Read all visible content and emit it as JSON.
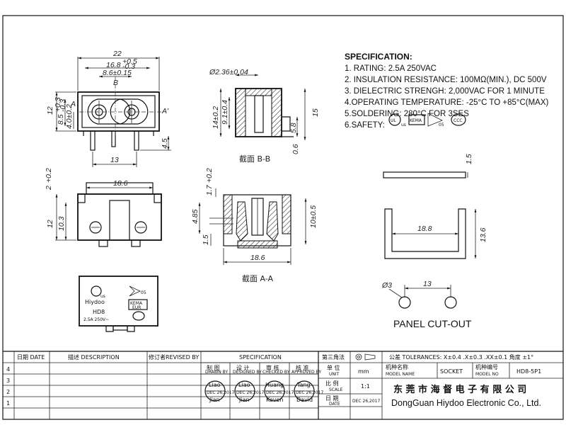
{
  "specification": {
    "title": "SPECIFICATION:",
    "lines": [
      "1. RATING: 2.5A 250VAC",
      "2. INSULATION RESISTANCE: 100MΩ(MIN.), DC 500V",
      "3. DIELECTRIC STRENGH: 2,000VAC FOR 1 MINUTE",
      "4.OPERATING TEMPERATURE: -25°C TO +85°C(MAX)",
      "5.SOLDERING: 280°C FOR 3SES",
      "6.SAFETY:"
    ]
  },
  "views": {
    "section_bb": "截面  B-B",
    "section_aa": "截面  A-A",
    "panel_cutout": "PANEL CUT-OUT"
  },
  "dimensions": {
    "front_width": "22",
    "front_inner": "16.8",
    "front_inner_tol_up": "+0.5",
    "front_inner_tol_dn": "-0.3",
    "front_pitch": "8.6±0.15",
    "front_height": "12",
    "front_h1": "8.5",
    "front_h1_tol_up": "+0.3",
    "front_h1_tol_dn": "-0.3",
    "front_h2": "4.0±0.2",
    "front_pin": "4.5",
    "front_pin_pitch": "13",
    "bb_dia": "Ø2.36±0.04",
    "bb_h1": "14±0.2",
    "bb_h2": "9.1±0.4",
    "bb_h3": "15",
    "bb_h4": "5.8",
    "bb_h5": "0.6",
    "bottom_width": "18.6",
    "bottom_top": "2",
    "bottom_top_tol": "+0.2",
    "bottom_h": "12",
    "bottom_h2": "10.3",
    "aa_top": "1.7",
    "aa_top_tol": "+0.2",
    "aa_h1": "4.85",
    "aa_h2": "1.5",
    "aa_h3": "10±0.5",
    "aa_width": "18.6",
    "plate_t": "1.5",
    "panel_w": "18.8",
    "panel_h": "13.6",
    "cut_dia": "Ø3",
    "cut_pitch": "13"
  },
  "label": {
    "brand": "Hiydoo",
    "model": "HD8",
    "rating": "2.5A 250V~",
    "us": "us",
    "enec": "05",
    "kema1": "KEMA",
    "kema2": "EUR",
    "marker_a": "A",
    "marker_b": "B"
  },
  "markers": {
    "a_left": "A",
    "a_right": "A'"
  },
  "safety_marks": {
    "ul": "UL",
    "us": "us",
    "kema": "KEMA",
    "enec": "05",
    "ccc": "CCC"
  },
  "title_block": {
    "rev_header": [
      "日期 DATE",
      "描述 DESCRIPTION",
      "修订者REVISED BY",
      "SPECIFICATION"
    ],
    "rev_rows": [
      "4",
      "3",
      "2",
      "1"
    ],
    "projection": "第三角法",
    "tolerance": "公差 TOLERANCES: X±0.4  .X±0.3 .XX±0.1 角度 ±1°",
    "unit_cn": "单 位",
    "unit_en": "UNIT",
    "unit_value": "mm",
    "model_name_cn": "机种名称",
    "model_name_en": "MODEL NAME",
    "model_name": "SOCKET",
    "model_no_cn": "机种编号",
    "model_no_en": "MODEL NO",
    "model_no": "HD8-5P1",
    "roles": [
      {
        "cn": "制 图",
        "en": "DRAWN BY",
        "name": "Liao",
        "date": "DEC 26,2017",
        "sign": "Jian"
      },
      {
        "cn": "设 计",
        "en": "DESIGNED BY",
        "name": "Liao",
        "date": "DEC 26,2017",
        "sign": "Jian"
      },
      {
        "cn": "审 核",
        "en": "CHECKED BY",
        "name": "Huang",
        "date": "DEC 26,2017",
        "sign": "Keven"
      },
      {
        "cn": "核 准",
        "en": "APPROVED BY",
        "name": "Tang",
        "date": "DEC 26,2017",
        "sign": "David"
      }
    ],
    "scale_cn": "比 例",
    "scale_en": "SCALE",
    "scale_value": "1:1",
    "date_cn": "日 期",
    "date_en": "DATE",
    "date_value": "DEC 26,2017",
    "company_cn": "东 莞 市 海 督 电 子 有 限 公 司",
    "company_en": "DongGuan Hiydoo Electronic  Co., Ltd."
  }
}
